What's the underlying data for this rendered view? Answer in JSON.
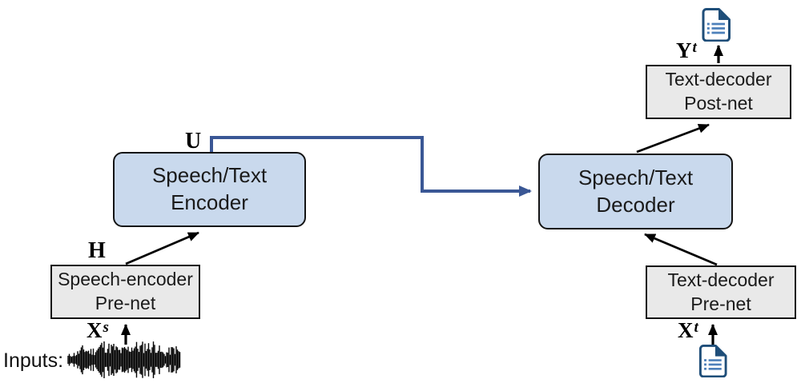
{
  "diagram": {
    "inputs_label": "Inputs:",
    "labels": {
      "u": "U",
      "h": "H",
      "x_s": {
        "base": "X",
        "sup": "s"
      },
      "x_t": {
        "base": "X",
        "sup": "t"
      },
      "y_t": {
        "base": "Y",
        "sup": "t"
      }
    },
    "boxes": {
      "encoder": {
        "line1": "Speech/Text",
        "line2": "Encoder"
      },
      "decoder": {
        "line1": "Speech/Text",
        "line2": "Decoder"
      },
      "speech_encoder_prenet": {
        "line1": "Speech-encoder",
        "line2": "Pre-net"
      },
      "text_decoder_prenet": {
        "line1": "Text-decoder",
        "line2": "Pre-net"
      },
      "text_decoder_postnet": {
        "line1": "Text-decoder",
        "line2": "Post-net"
      }
    },
    "icons": {
      "top_output": "text-document-icon",
      "bottom_input": "text-document-icon",
      "speech_input": "audio-waveform"
    },
    "colors": {
      "bg": "#ffffff",
      "box_blue": "#c9d9ed",
      "box_gray": "#e9e9e9",
      "box_border": "#141414",
      "text": "#1a1a1a",
      "connector_blue": "#3a5795",
      "arrow_black": "#000000",
      "icon_navy": "#1f4e79",
      "icon_lines": "#4d80ba"
    }
  }
}
